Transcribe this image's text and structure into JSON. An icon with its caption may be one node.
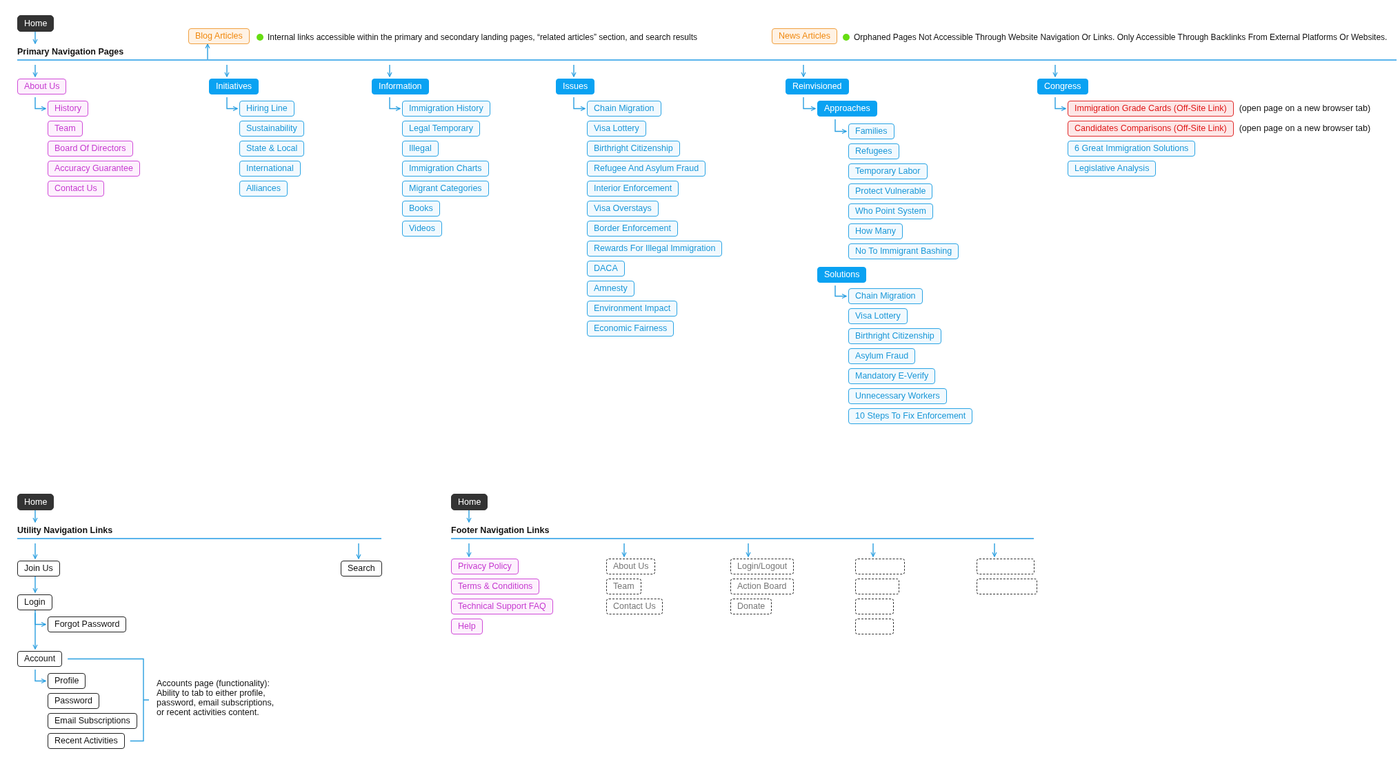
{
  "diagram": {
    "nodes": [
      {
        "text": [
          "Home"
        ]
      },
      {
        "text": [
          "Primary Navigation Pages"
        ]
      },
      {
        "text": [
          "Blog Articles"
        ]
      },
      {
        "text": [
          "News Articles"
        ]
      },
      {
        "text": [
          "About Us"
        ]
      },
      {
        "text": [
          "History"
        ]
      },
      {
        "text": [
          "Team"
        ]
      },
      {
        "text": [
          "Board Of Directors"
        ]
      },
      {
        "text": [
          "Accuracy Guarantee"
        ]
      },
      {
        "text": [
          "Contact Us"
        ]
      },
      {
        "text": [
          "Initiatives"
        ]
      },
      {
        "text": [
          "Hiring Line"
        ]
      },
      {
        "text": [
          "Sustainability"
        ]
      },
      {
        "text": [
          "State & Local"
        ]
      },
      {
        "text": [
          "International"
        ]
      },
      {
        "text": [
          "Alliances"
        ]
      },
      {
        "text": [
          "Information"
        ]
      },
      {
        "text": [
          "Immigration History"
        ]
      },
      {
        "text": [
          "Legal Temporary"
        ]
      },
      {
        "text": [
          "Illegal"
        ]
      },
      {
        "text": [
          "Immigration Charts"
        ]
      },
      {
        "text": [
          "Migrant Categories"
        ]
      },
      {
        "text": [
          "Books"
        ]
      },
      {
        "text": [
          "Videos"
        ]
      },
      {
        "text": [
          "Issues"
        ]
      },
      {
        "text": [
          "Chain Migration"
        ]
      },
      {
        "text": [
          "Visa Lottery"
        ]
      },
      {
        "text": [
          "Birthright Citizenship"
        ]
      },
      {
        "text": [
          "Refugee And Asylum Fraud"
        ]
      },
      {
        "text": [
          "Interior Enforcement"
        ]
      },
      {
        "text": [
          "Visa Overstays"
        ]
      },
      {
        "text": [
          "Border Enforcement"
        ]
      },
      {
        "text": [
          "Rewards For Illegal Immigration"
        ]
      },
      {
        "text": [
          "DACA"
        ]
      },
      {
        "text": [
          "Amnesty"
        ]
      },
      {
        "text": [
          "Environment Impact"
        ]
      },
      {
        "text": [
          "Economic Fairness"
        ]
      },
      {
        "text": [
          "Reinvisioned"
        ]
      },
      {
        "text": [
          "Approaches"
        ]
      },
      {
        "text": [
          "Families"
        ]
      },
      {
        "text": [
          "Refugees"
        ]
      },
      {
        "text": [
          "Temporary Labor"
        ]
      },
      {
        "text": [
          "Protect Vulnerable"
        ]
      },
      {
        "text": [
          "Who Point System"
        ]
      },
      {
        "text": [
          "How Many"
        ]
      },
      {
        "text": [
          "No To Immigrant Bashing"
        ]
      },
      {
        "text": [
          "Solutions"
        ]
      },
      {
        "text": [
          "Chain Migration"
        ]
      },
      {
        "text": [
          "Visa Lottery"
        ]
      },
      {
        "text": [
          "Birthright Citizenship"
        ]
      },
      {
        "text": [
          "Asylum Fraud"
        ]
      },
      {
        "text": [
          "Mandatory E-Verify"
        ]
      },
      {
        "text": [
          "Unnecessary Workers"
        ]
      },
      {
        "text": [
          "10 Steps To Fix Enforcement"
        ]
      },
      {
        "text": [
          "Congress"
        ]
      },
      {
        "text": [
          "Immigration Grade Cards (Off-Site Link)"
        ],
        "beside": [
          "(open page on a new browser tab)"
        ]
      },
      {
        "text": [
          "Candidates Comparisons (Off-Site Link)"
        ],
        "beside": [
          "(open page on a new browser tab)"
        ]
      },
      {
        "text": [
          "6 Great Immigration Solutions"
        ]
      },
      {
        "text": [
          "Legislative Analysis"
        ]
      },
      {
        "text": [
          "Home"
        ]
      },
      {
        "text": [
          "Utility Navigation Links"
        ]
      },
      {
        "text": [
          "Join Us"
        ]
      },
      {
        "text": [
          "Search"
        ]
      },
      {
        "text": [
          "Login"
        ]
      },
      {
        "text": [
          "Forgot Password"
        ]
      },
      {
        "text": [
          "Account"
        ]
      },
      {
        "text": [
          "Profile"
        ]
      },
      {
        "text": [
          "Password"
        ]
      },
      {
        "text": [
          "Email Subscriptions"
        ]
      },
      {
        "text": [
          "Recent Activities"
        ]
      },
      {
        "text": [
          "Home"
        ]
      },
      {
        "text": [
          "Footer Navigation Links"
        ]
      },
      {
        "text": [
          "Privacy Policy"
        ]
      },
      {
        "text": [
          "Terms & Conditions"
        ]
      },
      {
        "text": [
          "Technical Support FAQ"
        ]
      },
      {
        "text": [
          "Help"
        ]
      },
      {
        "text": [
          "About Us"
        ]
      },
      {
        "text": [
          "Team"
        ]
      },
      {
        "text": [
          "Contact Us"
        ]
      },
      {
        "text": [
          "Login/Logout"
        ]
      },
      {
        "text": [
          "Action Board"
        ]
      },
      {
        "text": [
          "Donate"
        ]
      },
      {
        "text": [],
        "shape": "box"
      },
      {
        "text": [],
        "shape": "box"
      },
      {
        "text": [],
        "shape": "box"
      },
      {
        "text": [],
        "shape": "box"
      },
      {
        "text": [],
        "shape": "box"
      },
      {
        "text": [],
        "shape": "box"
      }
    ],
    "edges": [
      {
        "from": 0,
        "to": 1,
        "arrow": "to"
      },
      {
        "from": 1,
        "to": 2,
        "arrow": "to"
      },
      {
        "from": 1,
        "to": 4,
        "arrow": "to"
      },
      {
        "from": 1,
        "to": 10,
        "arrow": "to"
      },
      {
        "from": 1,
        "to": 16,
        "arrow": "to"
      },
      {
        "from": 1,
        "to": 24,
        "arrow": "to"
      },
      {
        "from": 1,
        "to": 37,
        "arrow": "to"
      },
      {
        "from": 1,
        "to": 54,
        "arrow": "to"
      },
      {
        "from": 4,
        "to": 5,
        "arrow": "to"
      },
      {
        "from": 10,
        "to": 11,
        "arrow": "to"
      },
      {
        "from": 16,
        "to": 17,
        "arrow": "to"
      },
      {
        "from": 24,
        "to": 25,
        "arrow": "to"
      },
      {
        "from": 37,
        "to": 38,
        "arrow": "to"
      },
      {
        "from": 38,
        "to": 39,
        "arrow": "to"
      },
      {
        "from": 46,
        "to": 47,
        "arrow": "to"
      },
      {
        "from": 54,
        "to": 55,
        "arrow": "to"
      },
      {
        "from": 59,
        "to": 60,
        "arrow": "to"
      },
      {
        "from": 60,
        "to": 61,
        "arrow": "to"
      },
      {
        "from": 60,
        "to": 62,
        "arrow": "to"
      },
      {
        "from": 61,
        "to": 63,
        "arrow": "to"
      },
      {
        "from": 63,
        "to": 64,
        "arrow": "to"
      },
      {
        "from": 63,
        "to": 65,
        "arrow": "to"
      },
      {
        "from": 65,
        "to": 66,
        "arrow": "to"
      },
      {
        "from": 70,
        "to": 71,
        "arrow": "to"
      },
      {
        "from": 71,
        "to": 72,
        "arrow": "to"
      },
      {
        "from": 71,
        "to": 76,
        "arrow": "to"
      },
      {
        "from": 71,
        "to": 79,
        "arrow": "to"
      },
      {
        "from": 71,
        "to": 82,
        "arrow": "to"
      },
      {
        "from": 71,
        "to": 86,
        "arrow": "to"
      }
    ],
    "labels": [
      "Internal links accessible within the primary and secondary landing pages, “related articles” section, and search results",
      "Orphaned Pages Not Accessible Through Website Navigation Or Links. Only Accessible Through Backlinks From External Platforms Or Websites.",
      "Accounts page (functionality): Ability to tab to either profile, password, email subscriptions, or recent activities content."
    ]
  }
}
